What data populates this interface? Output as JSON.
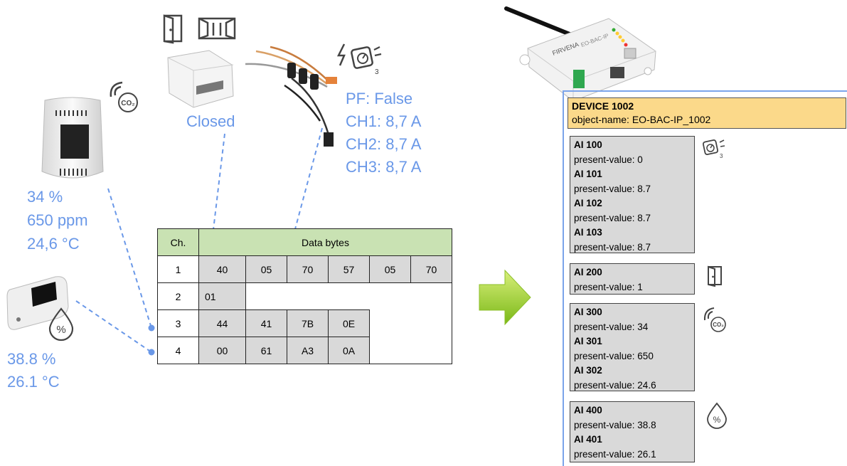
{
  "left_readings": {
    "co2_sensor": [
      "34 %",
      "650 ppm",
      "24,6 °C"
    ],
    "humidity_sensor": [
      "38.8 %",
      "26.1 °C"
    ],
    "door_contact": "Closed",
    "current_meter": [
      "PF: False",
      "CH1: 8,7 A",
      "CH2: 8,7 A",
      "CH3: 8,7 A"
    ]
  },
  "table": {
    "header": [
      "Ch.",
      "Data bytes"
    ],
    "rows": [
      {
        "ch": "1",
        "bytes": [
          "40",
          "05",
          "70",
          "57",
          "05",
          "70"
        ]
      },
      {
        "ch": "2",
        "bytes": [
          "01"
        ]
      },
      {
        "ch": "3",
        "bytes": [
          "44",
          "41",
          "7B",
          "0E"
        ]
      },
      {
        "ch": "4",
        "bytes": [
          "00",
          "61",
          "A3",
          "0A"
        ]
      }
    ]
  },
  "gateway": {
    "brand": "FIRVENA",
    "model": "EO-BAC-IP"
  },
  "device": {
    "title": "DEVICE 1002",
    "object_name": "object-name: EO-BAC-IP_1002"
  },
  "objects": {
    "group1": [
      {
        "name": "AI 100",
        "value": "present-value: 0"
      },
      {
        "name": "AI 101",
        "value": "present-value: 8.7"
      },
      {
        "name": "AI 102",
        "value": "present-value: 8.7"
      },
      {
        "name": "AI 103",
        "value": "present-value: 8.7"
      }
    ],
    "group2": [
      {
        "name": "AI 200",
        "value": "present-value: 1"
      }
    ],
    "group3": [
      {
        "name": "AI 300",
        "value": "present-value: 34"
      },
      {
        "name": "AI 301",
        "value": "present-value: 650"
      },
      {
        "name": "AI 302",
        "value": "present-value: 24.6"
      }
    ],
    "group4": [
      {
        "name": "AI 400",
        "value": "present-value: 38.8"
      },
      {
        "name": "AI 401",
        "value": "present-value: 26.1"
      }
    ]
  },
  "icons": {
    "co2": "co2-icon",
    "humidity": "humidity-drop-icon",
    "door": "door-icon",
    "window": "window-icon",
    "meter": "current-meter-icon",
    "arrow": "green-arrow-icon"
  },
  "colors": {
    "reading_blue": "#6a98e8",
    "table_header": "#c9e2b3",
    "device_box": "#fbd98a",
    "object_box": "#d9d9d9",
    "arrow": "#9acd32"
  }
}
